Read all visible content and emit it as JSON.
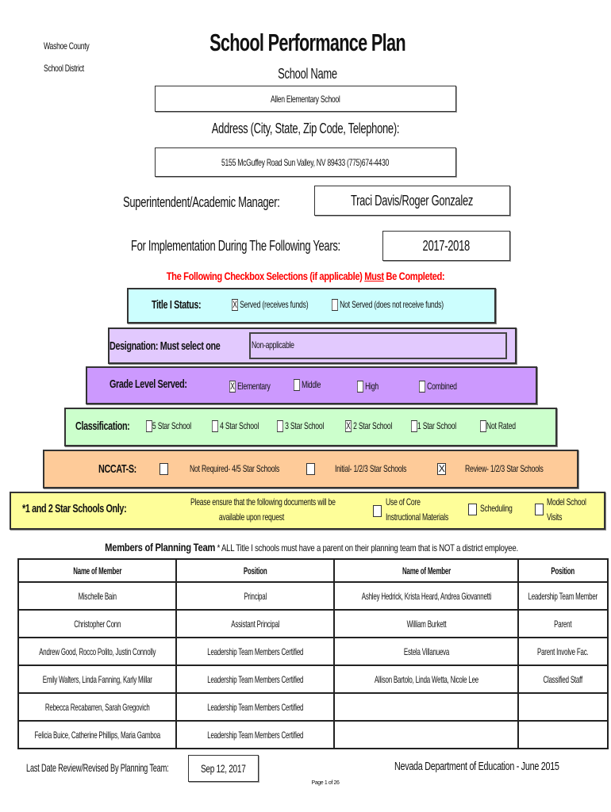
{
  "header": {
    "org_line1": "Washoe County",
    "org_line2": "School District",
    "title": "School Performance Plan"
  },
  "school": {
    "label": "School Name",
    "value": "Allen Elementary School"
  },
  "address": {
    "label": "Address (City, State, Zip Code, Telephone):",
    "value": "5155 McGuffey Road Sun Valley, NV 89433 (775)674-4430"
  },
  "superintendent": {
    "label": "Superintendent/Academic Manager:",
    "value": "Traci Davis/Roger Gonzalez"
  },
  "years": {
    "label": "For Implementation During The Following Years:",
    "value": "2017-2018"
  },
  "instruction": {
    "before": "The Following Checkbox Selections (if applicable) ",
    "must": "Must",
    "after": " Be Completed:"
  },
  "title1": {
    "label": "Title I Status:",
    "options": [
      {
        "label": "Served   (receives funds)",
        "checked": true
      },
      {
        "label": "Not Served   (does not receive funds)",
        "checked": false
      }
    ]
  },
  "designation": {
    "label": "Designation: Must select one",
    "value": "Non-applicable"
  },
  "grade": {
    "label": "Grade Level Served:",
    "options": [
      {
        "label": "Elementary",
        "checked": true
      },
      {
        "label": "Middle",
        "checked": false
      },
      {
        "label": "High",
        "checked": false
      },
      {
        "label": "Combined",
        "checked": false
      }
    ]
  },
  "classification": {
    "label": "Classification:",
    "options": [
      {
        "label": "5 Star School",
        "checked": false
      },
      {
        "label": "4 Star School",
        "checked": false
      },
      {
        "label": "3 Star School",
        "checked": false
      },
      {
        "label": "2 Star School",
        "checked": true
      },
      {
        "label": "1 Star School",
        "checked": false
      },
      {
        "label": "Not Rated",
        "checked": false
      }
    ]
  },
  "nccat": {
    "label": "NCCAT-S:",
    "options": [
      {
        "label": "Not Required- 4/5 Star Schools",
        "checked": false
      },
      {
        "label": "Initial- 1/2/3 Star Schools",
        "checked": false
      },
      {
        "label": "Review- 1/2/3 Star Schools",
        "checked": true
      }
    ]
  },
  "star12": {
    "label": "*1 and 2 Star Schools Only:",
    "note_line1": "Please ensure that the following documents will be",
    "note_line2": "available upon request",
    "options": [
      {
        "line1": "Use of Core",
        "line2": "Instructional Materials",
        "checked": false
      },
      {
        "line1": "Scheduling",
        "line2": "",
        "checked": false
      },
      {
        "line1": "Model School",
        "line2": "Visits",
        "checked": false
      }
    ]
  },
  "team": {
    "heading": "Members of Planning Team",
    "note": " * ALL Title I schools must have a parent on their planning team that is NOT a district employee.",
    "col_name": "Name of Member",
    "col_position": "Position",
    "left": [
      [
        "Mischelle Bain",
        "Principal"
      ],
      [
        "Christopher Conn",
        "Assistant Principal"
      ],
      [
        "Andrew Good, Rocco Polito, Justin Connolly",
        "Leadership Team Members Certified"
      ],
      [
        "Emily Walters, Linda Fanning, Karly Millar",
        "Leadership Team Members Certified"
      ],
      [
        "Rebecca Recabarren, Sarah Gregovich",
        "Leadership Team Members Certified"
      ],
      [
        "Felicia Buice, Catherine Phillips, Maria Gamboa",
        "Leadership Team Members Certified"
      ]
    ],
    "right": [
      [
        "Ashley Hedrick, Krista Heard, Andrea Giovannetti",
        "Leadership Team Member"
      ],
      [
        "William Burkett",
        "Parent"
      ],
      [
        "Estela Villanueva",
        "Parent Involve Fac."
      ],
      [
        "Allison Bartolo, Linda Wetta, Nicole Lee",
        "Classified Staff"
      ],
      [
        "",
        ""
      ],
      [
        "",
        ""
      ]
    ]
  },
  "footer": {
    "review_label": "Last Date Review/Revised By Planning Team:",
    "review_date": "Sep 12, 2017",
    "source": "Nevada Department of Education - June 2015",
    "page": "Page 1 of 26"
  },
  "colors": {
    "title1": "#ccfefe",
    "designation": "#e2c9fe",
    "grade": "#cc99fe",
    "classification": "#ccffcc",
    "nccat": "#fecb99",
    "star12": "#fefe99",
    "instruction": "#ff0000"
  }
}
